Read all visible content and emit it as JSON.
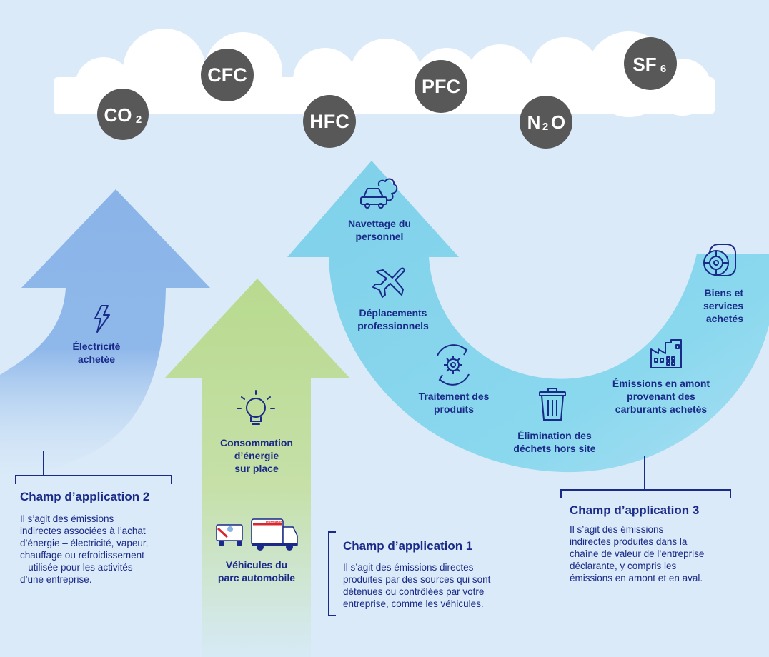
{
  "gases": [
    {
      "main": "CO",
      "sub": "2"
    },
    {
      "main": "CFC",
      "sub": ""
    },
    {
      "main": "HFC",
      "sub": ""
    },
    {
      "main": "PFC",
      "sub": ""
    },
    {
      "main": "N",
      "sub": "2",
      "tail": "O"
    },
    {
      "main": "SF",
      "sub": "6"
    }
  ],
  "scope2": {
    "arrow_label": "Électricité achetée",
    "title": "Champ d’application 2",
    "text": [
      "Il s’agit des émissions",
      "indirectes associées à l’achat",
      "d’énergie – électricité, vapeur,",
      "chauffage ou refroidissement",
      "– utilisée pour les activités",
      "d’une entreprise."
    ]
  },
  "scope1": {
    "energy_label": [
      "Consommation",
      "d’énergie",
      "sur place"
    ],
    "fleet_label": [
      "Véhicules du",
      "parc automobile"
    ],
    "title": "Champ d’application 1",
    "text": [
      "Il s’agit des émissions directes",
      "produites par des sources qui sont",
      "détenues ou contrôlées par votre",
      "entreprise, comme les véhicules."
    ]
  },
  "scope3": {
    "items": {
      "commute": [
        "Navettage du",
        "personnel"
      ],
      "travel": [
        "Déplacements",
        "professionnels"
      ],
      "processing": [
        "Traitement des",
        "produits"
      ],
      "waste": [
        "Élimination des",
        "déchets hors site"
      ],
      "upstream": [
        "Émissions en amont",
        "provenant des",
        "carburants achetés"
      ],
      "goods": [
        "Biens et",
        "services",
        "achetés"
      ]
    },
    "title": "Champ d’application 3",
    "text": [
      "Il s’agit des émissions",
      "indirectes produites dans la",
      "chaîne de valeur de l’entreprise",
      "déclarante, y compris les",
      "émissions en amont et en aval."
    ]
  },
  "truck_brand": "Purolator",
  "colors": {
    "background": "#daeaf8",
    "cloud": "#ffffff",
    "gas_circle": "#585858",
    "scope2_arrow": "#8ab4e8",
    "scope1_arrow": "#bcdc94",
    "scope3_arrow": "#82d4ea",
    "text": "#1a2a88"
  }
}
